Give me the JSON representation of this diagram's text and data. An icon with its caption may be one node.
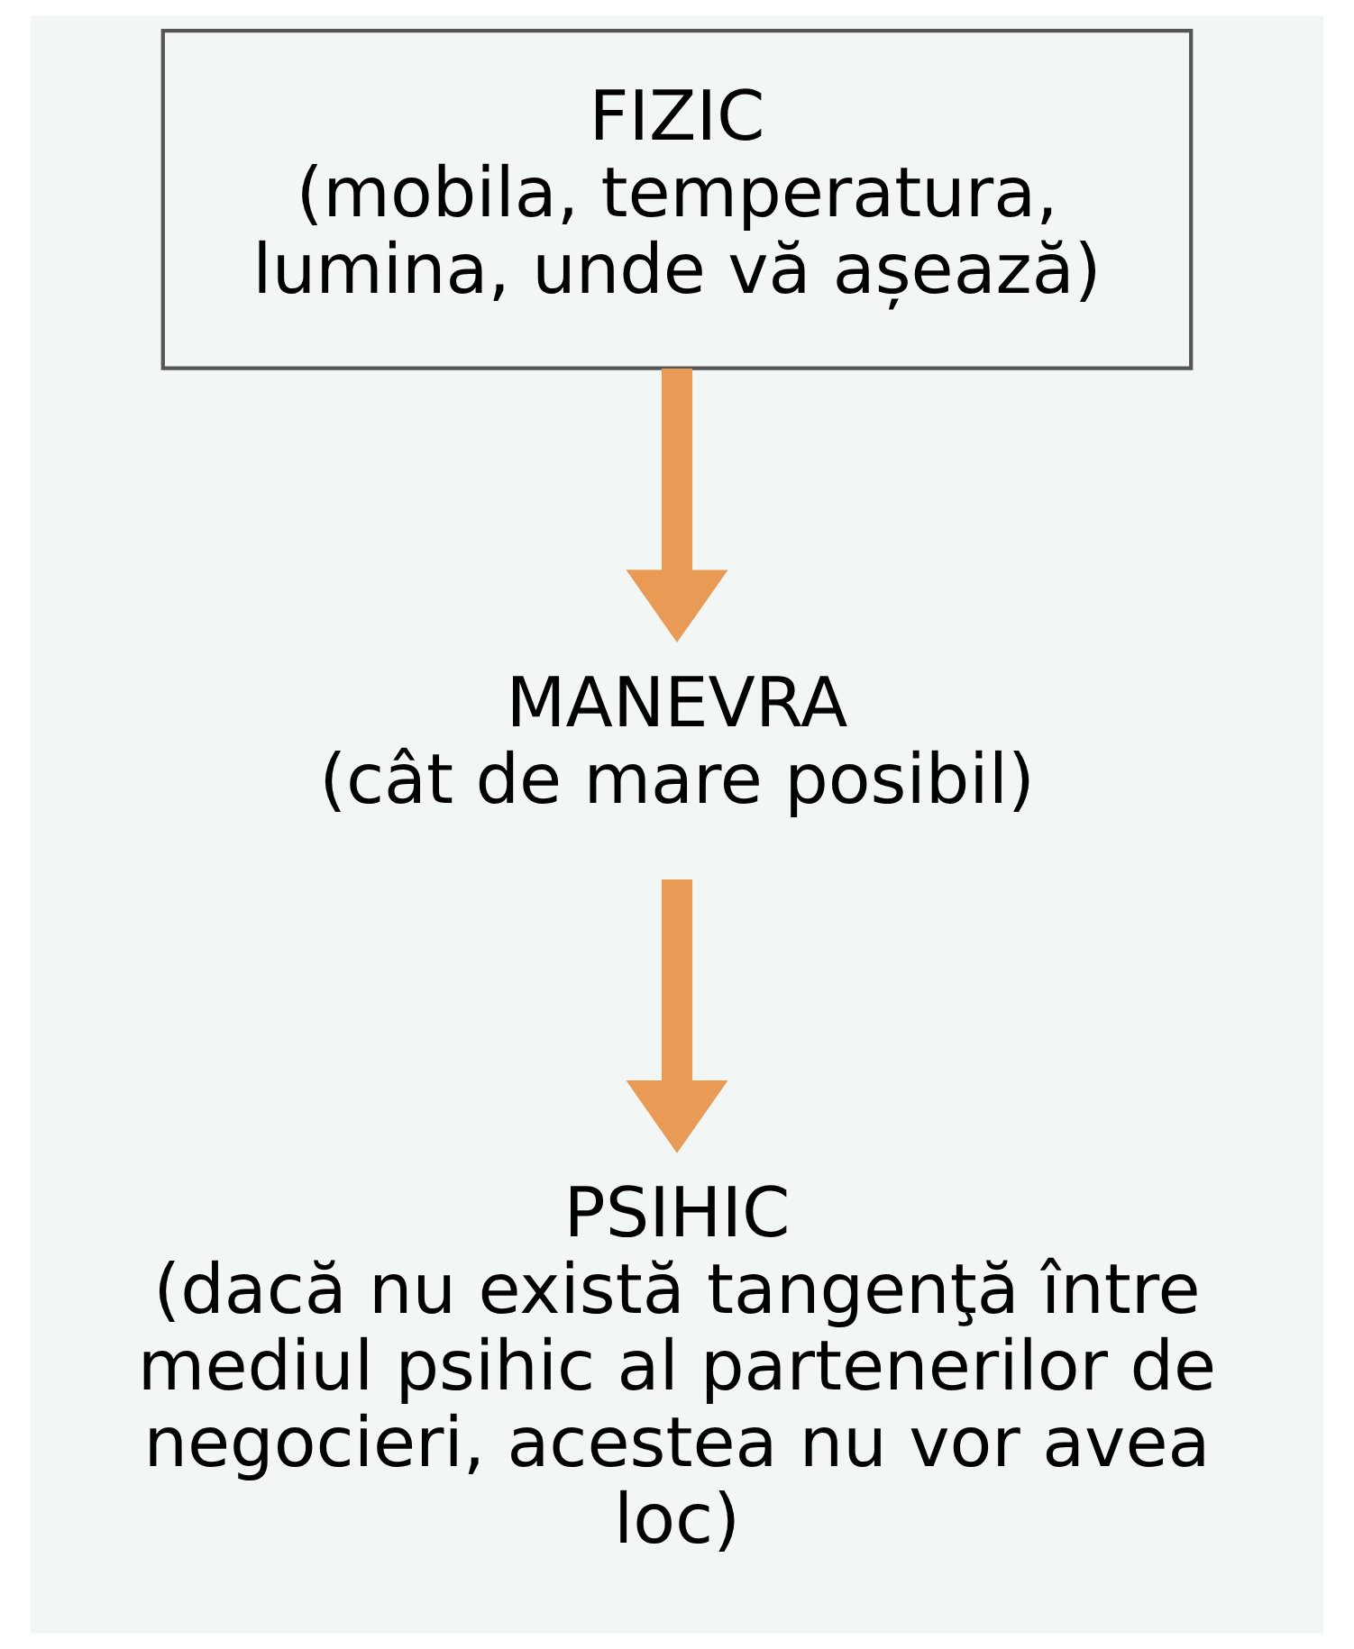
{
  "diagram": {
    "nodes": [
      {
        "text": [
          "FIZIC",
          "(mobila, temperatura, lumina, unde vă așează)"
        ]
      },
      {
        "text": [
          "MANEVRA",
          "(cât de mare posibil)"
        ]
      },
      {
        "text": [
          "PSIHIC",
          "(dacă nu există tangenţă între mediul psihic al partenerilor de negocieri, acestea nu vor avea loc)"
        ]
      }
    ],
    "edges": [
      {
        "from": 0,
        "to": 1,
        "arrow": "to"
      },
      {
        "from": 1,
        "to": 2,
        "arrow": "to"
      }
    ]
  }
}
